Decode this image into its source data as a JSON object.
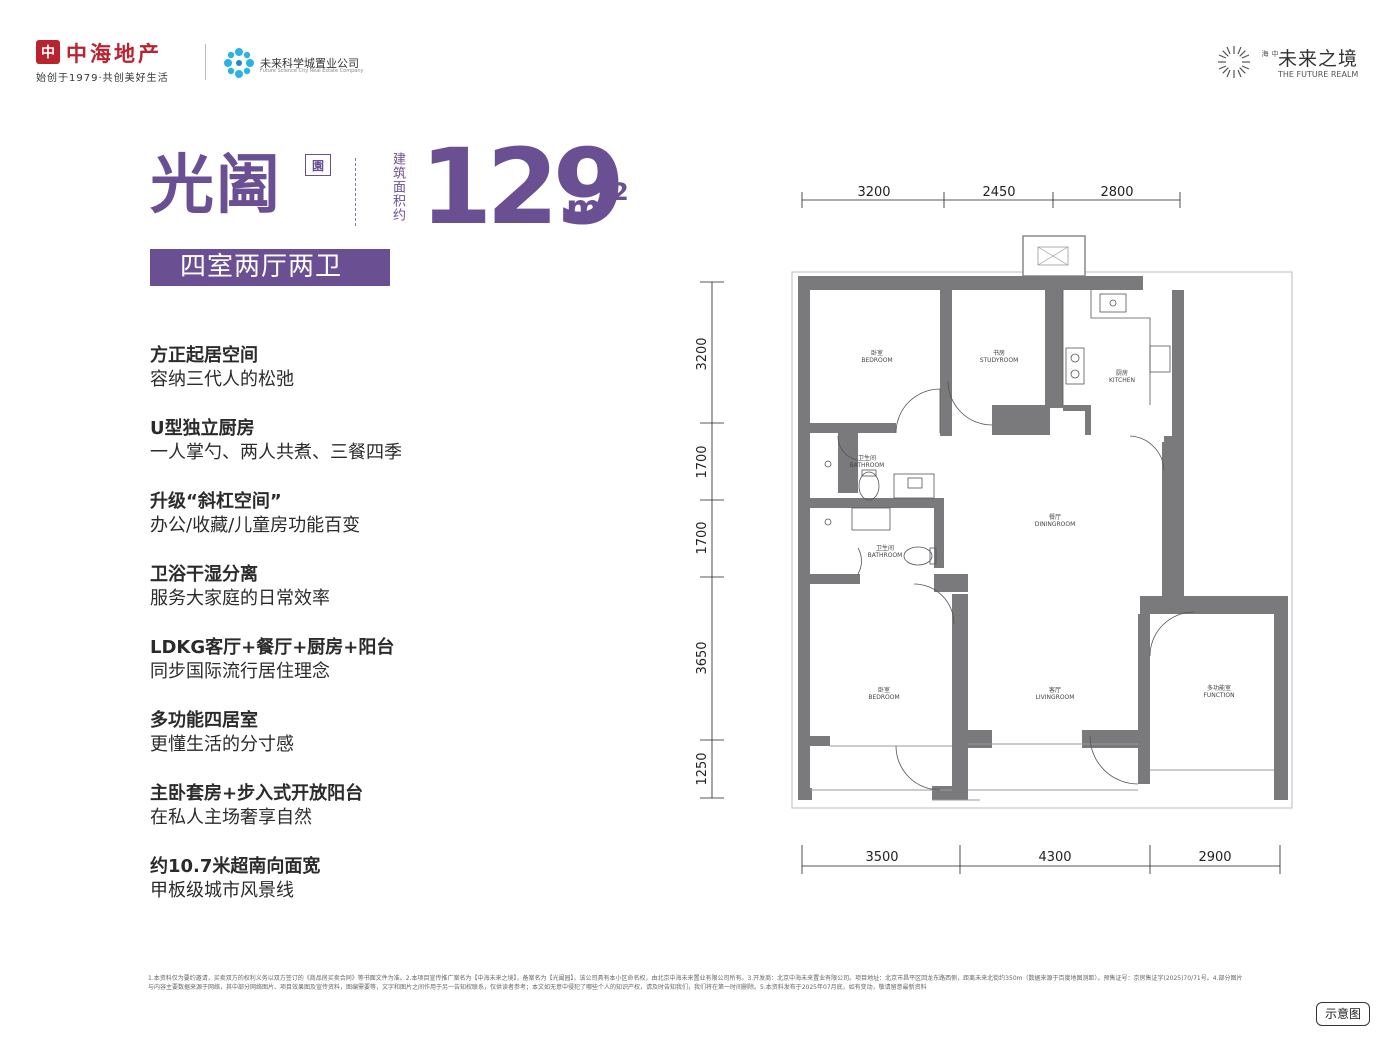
{
  "header": {
    "brand_mark": "中",
    "brand_name": "中海地产",
    "brand_slogan": "始创于1979·共创美好生活",
    "partner_name": "未来科学城置业公司",
    "partner_sub": "Future Science City Real Estate Company",
    "realm_tag": "中海",
    "realm_cn": "未来之境",
    "realm_en": "THE FUTURE REALM"
  },
  "title": {
    "unit_name": "光阖",
    "unit_seal": "園",
    "area_label": "建筑面积约",
    "area_value": "129",
    "area_unit": "m",
    "area_sup": "2",
    "layout": "四室两厅两卫"
  },
  "features": [
    {
      "title": "方正起居空间",
      "sub": "容纳三代人的松弛"
    },
    {
      "title": "U型独立厨房",
      "sub": "一人掌勺、两人共煮、三餐四季"
    },
    {
      "title": "升级“斜杠空间”",
      "sub": "办公/收藏/儿童房功能百变"
    },
    {
      "title": "卫浴干湿分离",
      "sub": "服务大家庭的日常效率"
    },
    {
      "title": "LDKG客厅+餐厅+厨房+阳台",
      "sub": "同步国际流行居住理念"
    },
    {
      "title": "多功能四居室",
      "sub": "更懂生活的分寸感"
    },
    {
      "title": "主卧套房+步入式开放阳台",
      "sub": "在私人主场奢享自然"
    },
    {
      "title": "约10.7米超南向面宽",
      "sub": "甲板级城市风景线"
    }
  ],
  "plan": {
    "top_dims": [
      "3200",
      "2450",
      "2800"
    ],
    "bottom_dims": [
      "3500",
      "4300",
      "2900"
    ],
    "left_dims": [
      "3200",
      "1700",
      "1700",
      "3650",
      "1250"
    ],
    "rooms": {
      "bedroom1_cn": "卧室",
      "bedroom1_en": "BEDROOM",
      "study_cn": "书房",
      "study_en": "STUDYROOM",
      "kitchen_cn": "厨房",
      "kitchen_en": "KITCHEN",
      "bath1_cn": "卫生间",
      "bath1_en": "BATHROOM",
      "bath2_cn": "卫生间",
      "bath2_en": "BATHROOM",
      "dining_cn": "餐厅",
      "dining_en": "DININGROOM",
      "bedroom2_cn": "卧室",
      "bedroom2_en": "BEDROOM",
      "living_cn": "客厅",
      "living_en": "LIVINGROOM",
      "function_cn": "多功能室",
      "function_en": "FUNCTION"
    },
    "wall_color": "#7a7a7c"
  },
  "footer": {
    "disclaimer": "1.本资料仅为要约邀请，买卖双方的权利义务以双方签订的《商品房买卖合同》等书面文件为准。2.本项目宣传推广案名为【中海未来之境】，备案名为【光阖园】，该公司具有本小区命名权，由北京中海未来置业有限公司所有。3.开发商：北京中海未来置业有限公司。项目地址：北京市昌平区回龙东路西侧，距离未来北街约350m（数据来源于百度地图测距）。预售证号：京房售证字(2025)70/71号。4.部分图片与内容主要数据来源于网络，其中部分网络图片、项目效果图及宣传资料，图编需要等，文字和图片之间作用于另一告知权联系，仅供读者参考；本文如无意中侵犯了哪些个人的知识产权，请及时告知我们，我们将在第一时间删除。5.本资料发布于2025年07月底，如有变动，敬请留意最新资料",
    "schematic": "示意图"
  }
}
